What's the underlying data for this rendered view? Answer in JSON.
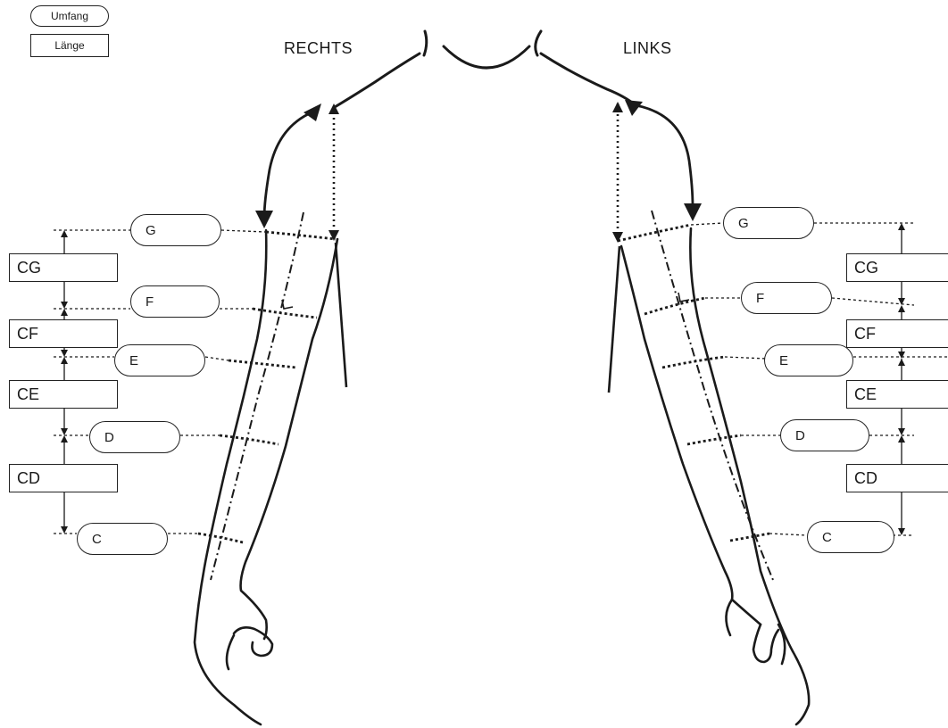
{
  "legend": {
    "circumference_label": "Umfang",
    "length_label": "Länge"
  },
  "headings": {
    "right": "RECHTS",
    "left": "LINKS"
  },
  "right_side": {
    "circumference_points": [
      "G",
      "F",
      "E",
      "D",
      "C"
    ],
    "length_segments": [
      "CG",
      "CF",
      "CE",
      "CD"
    ]
  },
  "left_side": {
    "circumference_points": [
      "G",
      "F",
      "E",
      "D",
      "C"
    ],
    "length_segments": [
      "CG",
      "CF",
      "CE",
      "CD"
    ]
  },
  "colors": {
    "line": "#1a1a1a",
    "background": "#ffffff"
  }
}
